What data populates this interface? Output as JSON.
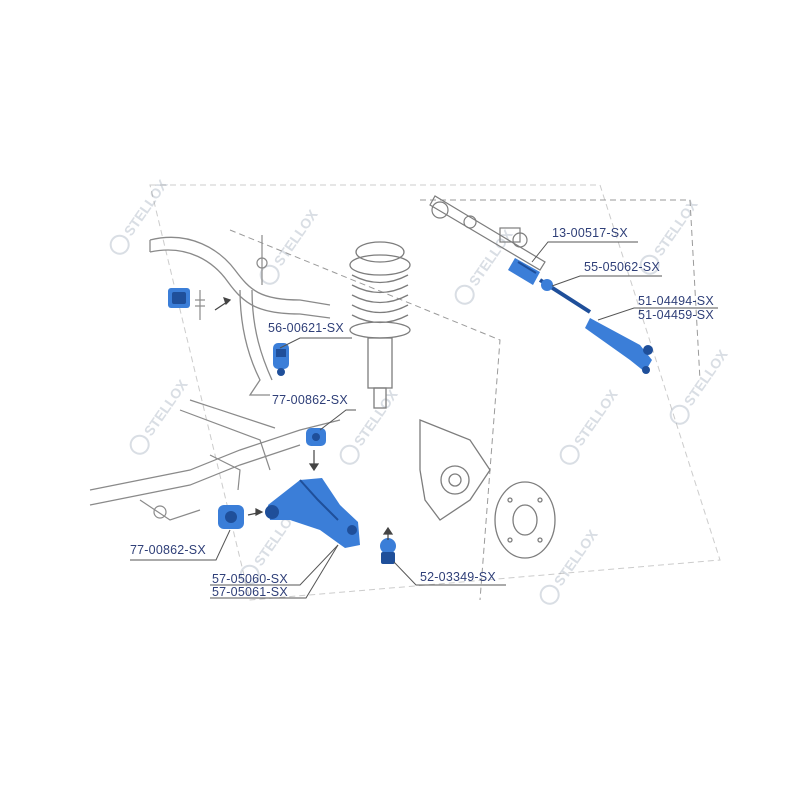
{
  "diagram": {
    "brand_watermark": "STELLOX",
    "colors": {
      "part_highlight": "#3b7ed8",
      "part_dark": "#1f4f9a",
      "line_art": "#8a8a8a",
      "label_text": "#2f3f78",
      "watermark": "#cfd4dc"
    },
    "part_labels": [
      {
        "code": "13-00517-SX"
      },
      {
        "code": "55-05062-SX"
      },
      {
        "code": "51-04494-SX"
      },
      {
        "code": "51-04459-SX"
      },
      {
        "code": "56-00621-SX"
      },
      {
        "code": "77-00862-SX"
      },
      {
        "code": "77-00862-SX"
      },
      {
        "code": "57-05060-SX"
      },
      {
        "code": "57-05061-SX"
      },
      {
        "code": "52-03349-SX"
      }
    ]
  }
}
